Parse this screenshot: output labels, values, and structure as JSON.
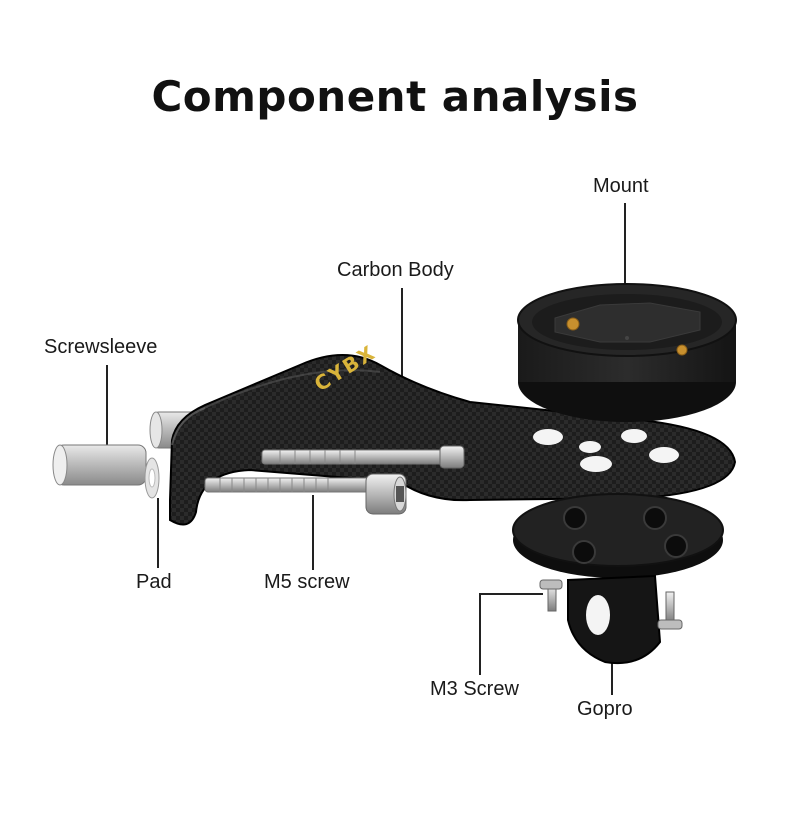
{
  "title": "Component analysis",
  "brand_mark": "CYBX",
  "labels": {
    "mount": "Mount",
    "carbon_body": "Carbon Body",
    "screwsleeve": "Screwsleeve",
    "pad": "Pad",
    "m5_screw": "M5 screw",
    "m3_screw": "M3 Screw",
    "gopro": "Gopro"
  },
  "colors": {
    "background": "#ffffff",
    "carbon": "#1b1b1b",
    "metal": "#c9c9c9",
    "brass": "#c8902e",
    "brand_gold": "#d9b43a",
    "leader_line": "#222222"
  }
}
